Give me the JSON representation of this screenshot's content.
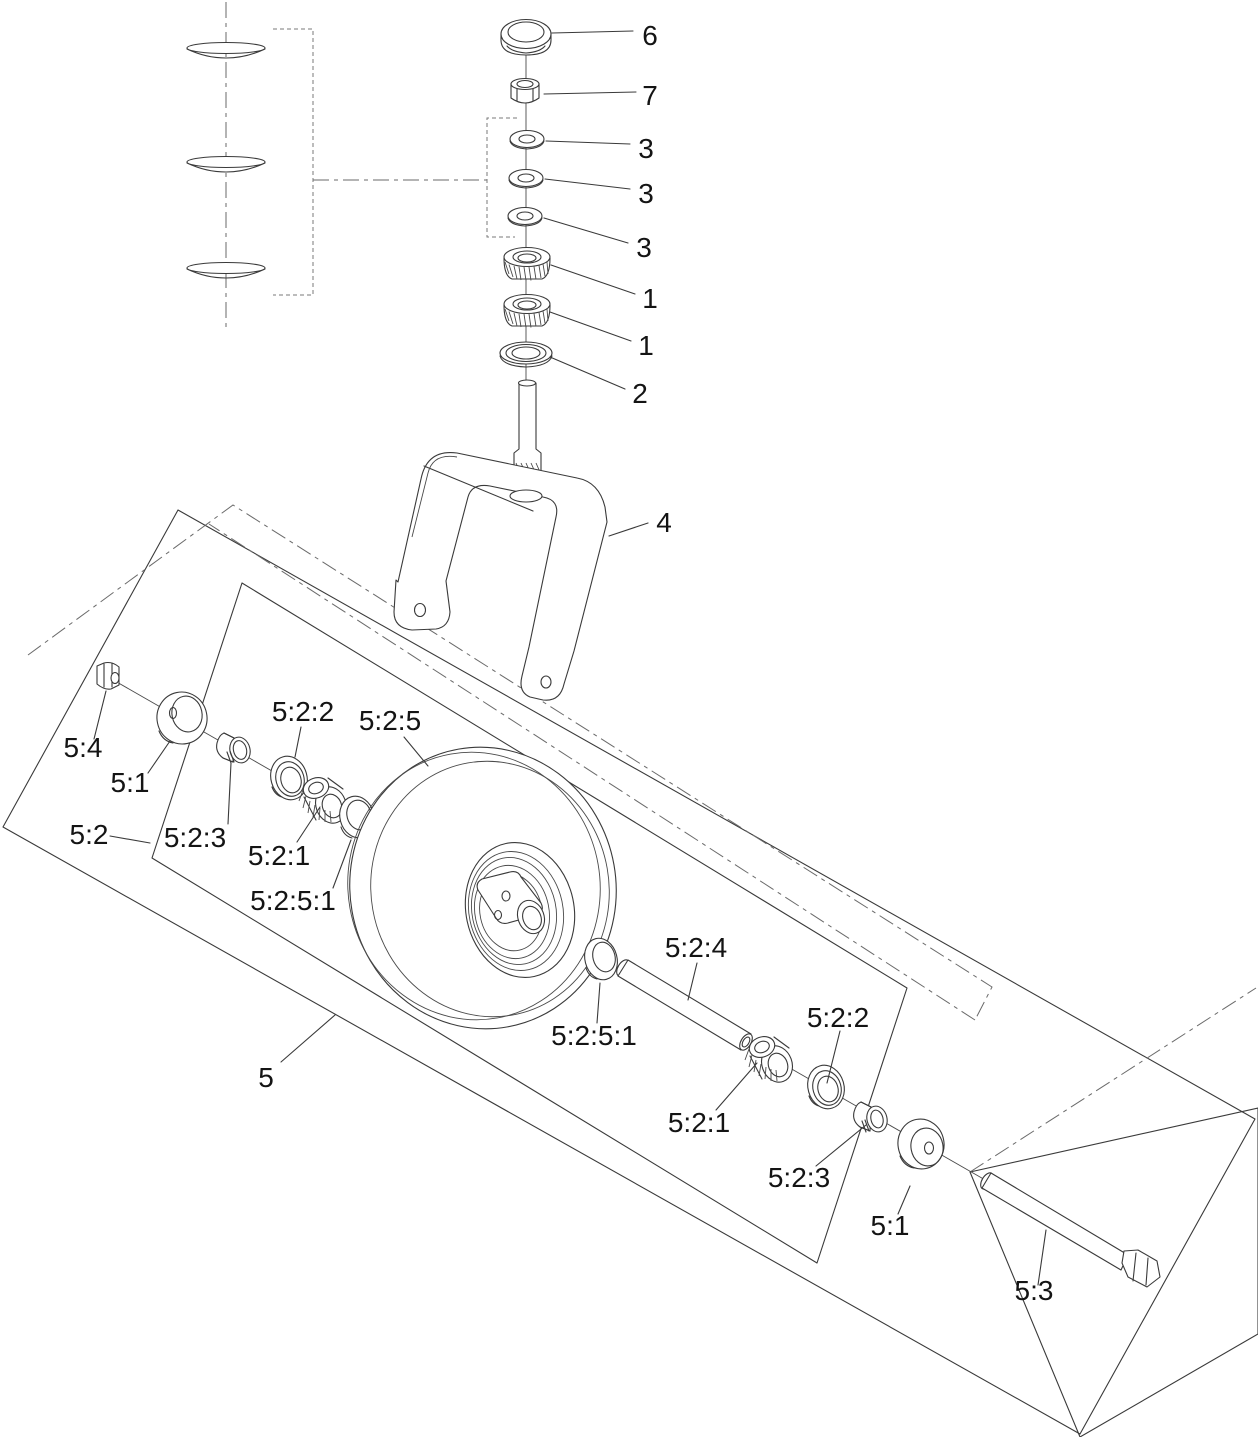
{
  "figure": {
    "kind": "exploded-parts-diagram",
    "background": "#ffffff",
    "line_color": "#3a3a3a",
    "text_color": "#141414"
  },
  "callouts": [
    {
      "label": "6"
    },
    {
      "label": "7"
    },
    {
      "label": "3"
    },
    {
      "label": "3"
    },
    {
      "label": "3"
    },
    {
      "label": "1"
    },
    {
      "label": "1"
    },
    {
      "label": "2"
    },
    {
      "label": "4"
    },
    {
      "label": "5:4"
    },
    {
      "label": "5:1"
    },
    {
      "label": "5:2"
    },
    {
      "label": "5:2:3"
    },
    {
      "label": "5:2:2"
    },
    {
      "label": "5:2:1"
    },
    {
      "label": "5:2:5"
    },
    {
      "label": "5:2:5:1"
    },
    {
      "label": "5"
    },
    {
      "label": "5:2:5:1"
    },
    {
      "label": "5:2:4"
    },
    {
      "label": "5:2:1"
    },
    {
      "label": "5:2:2"
    },
    {
      "label": "5:2:3"
    },
    {
      "label": "5:1"
    },
    {
      "label": "5:3"
    }
  ]
}
